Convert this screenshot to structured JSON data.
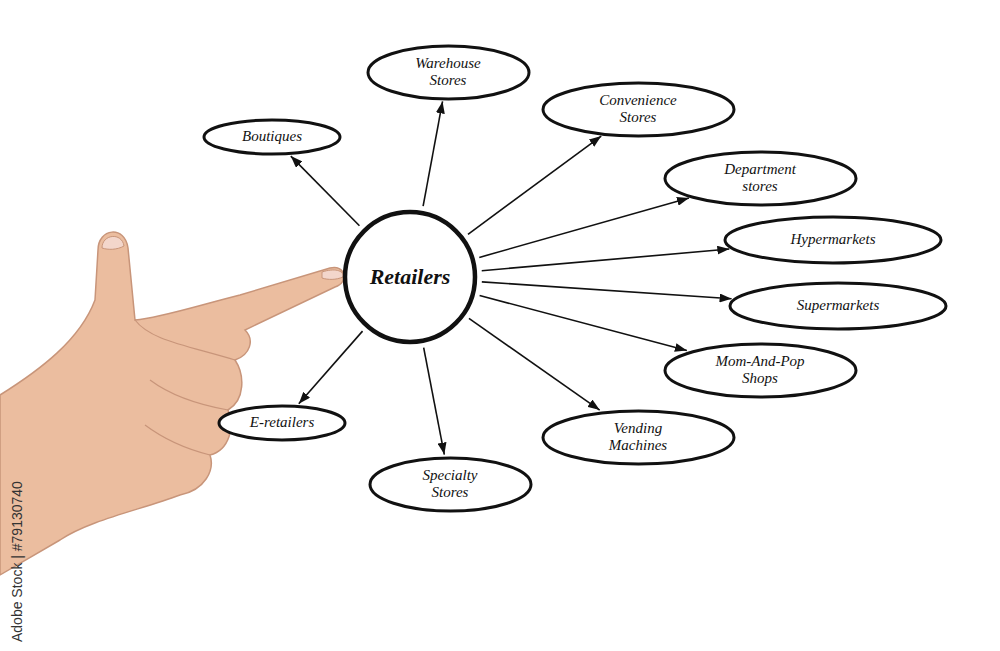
{
  "diagram": {
    "nodes": [
      {
        "text": [
          "Retailers"
        ]
      },
      {
        "text": [
          "Boutiques"
        ]
      },
      {
        "text": [
          "Warehouse Stores"
        ]
      },
      {
        "text": [
          "Convenience Stores"
        ]
      },
      {
        "text": [
          "Department stores"
        ]
      },
      {
        "text": [
          "Hypermarkets"
        ]
      },
      {
        "text": [
          "Supermarkets"
        ]
      },
      {
        "text": [
          "Mom-And-Pop Shops"
        ]
      },
      {
        "text": [
          "Vending Machines"
        ]
      },
      {
        "text": [
          "Specialty Stores"
        ]
      },
      {
        "text": [
          "E-retailers"
        ]
      }
    ],
    "edges": [
      {
        "from": 0,
        "to": 1,
        "arrow": "to"
      },
      {
        "from": 0,
        "to": 2,
        "arrow": "to"
      },
      {
        "from": 0,
        "to": 3,
        "arrow": "to"
      },
      {
        "from": 0,
        "to": 4,
        "arrow": "to"
      },
      {
        "from": 0,
        "to": 5,
        "arrow": "to"
      },
      {
        "from": 0,
        "to": 6,
        "arrow": "to"
      },
      {
        "from": 0,
        "to": 7,
        "arrow": "to"
      },
      {
        "from": 0,
        "to": 8,
        "arrow": "to"
      },
      {
        "from": 0,
        "to": 9,
        "arrow": "to"
      },
      {
        "from": 0,
        "to": 10,
        "arrow": "to"
      }
    ],
    "labels": [
      "Adobe Stock | #79130740"
    ]
  }
}
